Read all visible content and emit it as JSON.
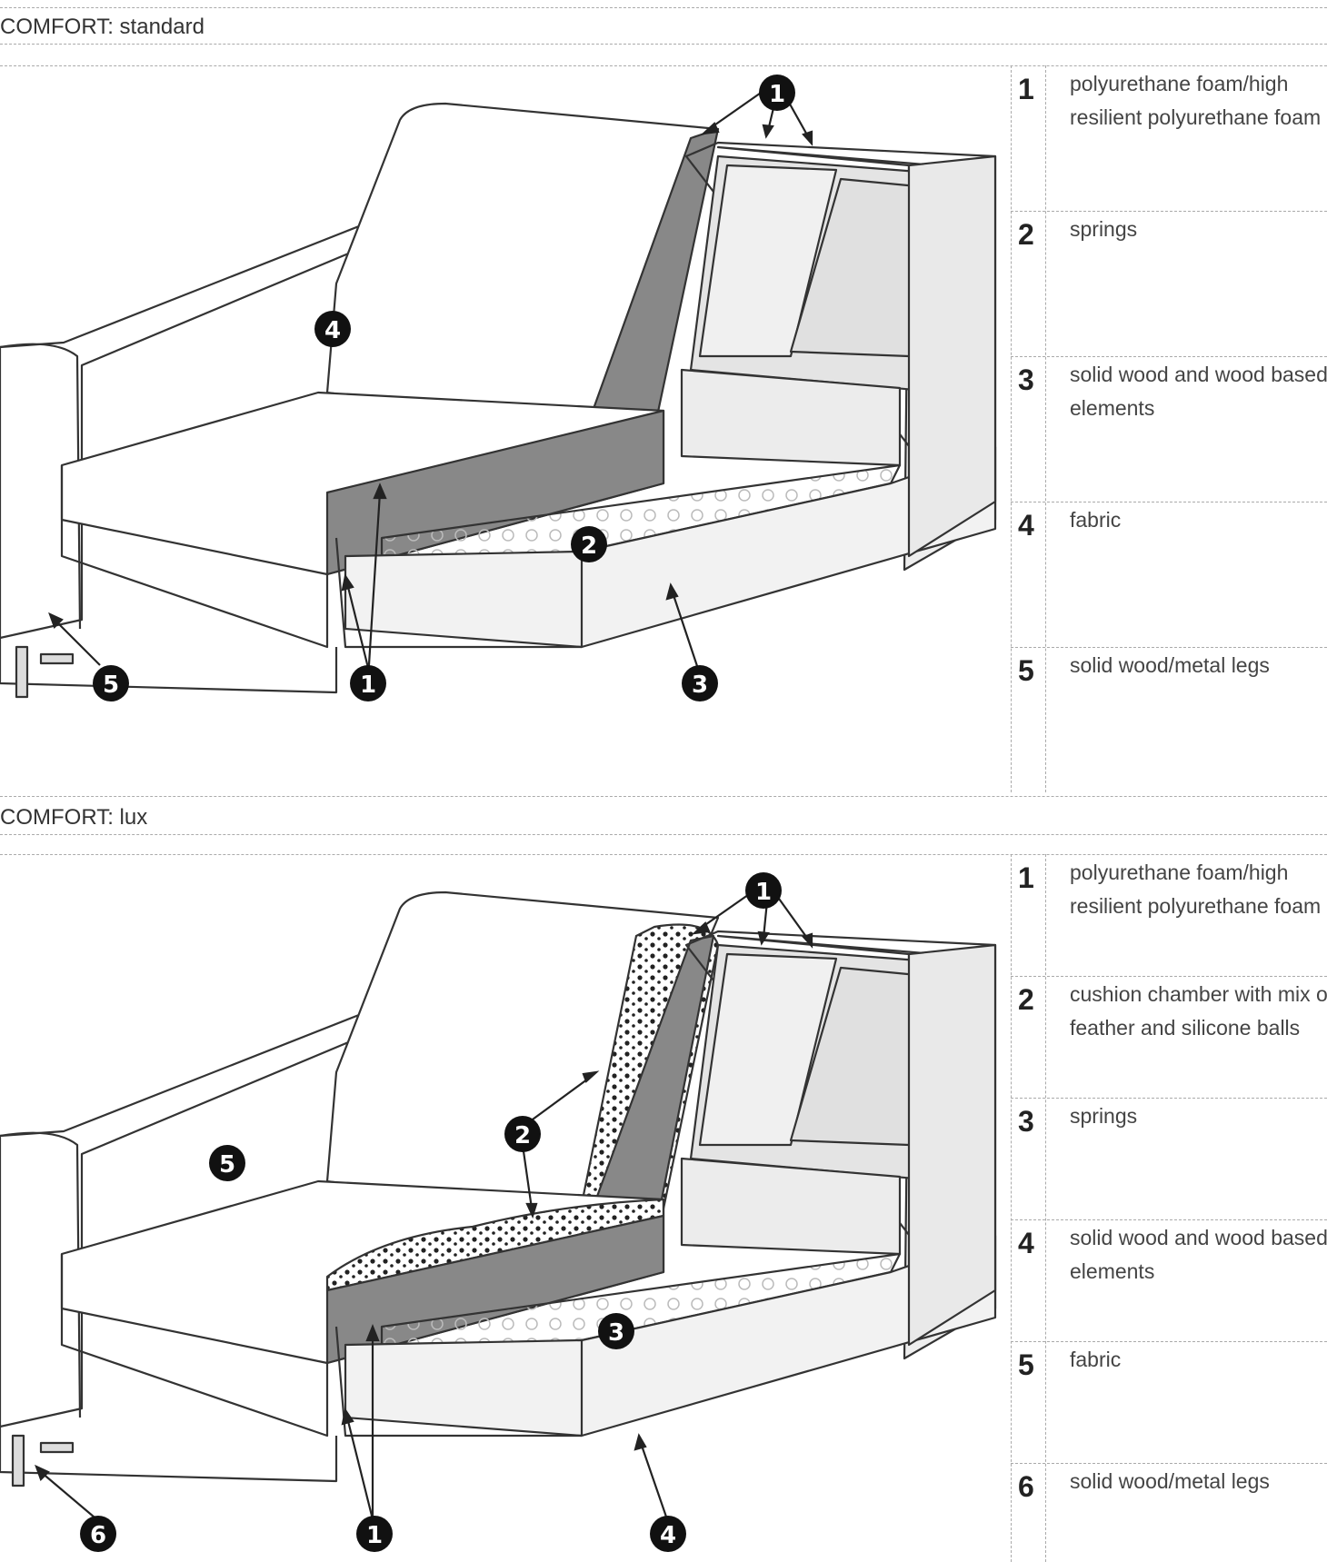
{
  "sections": [
    {
      "title": "COMFORT: standard",
      "legend": [
        {
          "num": "1",
          "text": "polyurethane foam/high resilient polyurethane foam"
        },
        {
          "num": "2",
          "text": "springs"
        },
        {
          "num": "3",
          "text": "solid wood and wood based elements"
        },
        {
          "num": "4",
          "text": "fabric"
        },
        {
          "num": "5",
          "text": "solid wood/metal legs"
        }
      ],
      "callouts": {
        "foam_top": "1",
        "fabric": "4",
        "springs": "2",
        "legs": "5",
        "foam_bottom": "1",
        "wood": "3"
      }
    },
    {
      "title": "COMFORT: lux",
      "legend": [
        {
          "num": "1",
          "text": "polyurethane foam/high resilient polyurethane foam"
        },
        {
          "num": "2",
          "text": "cushion chamber with mix of feather and silicone balls"
        },
        {
          "num": "3",
          "text": "springs"
        },
        {
          "num": "4",
          "text": "solid wood and wood based elements"
        },
        {
          "num": "5",
          "text": "fabric"
        },
        {
          "num": "6",
          "text": "solid wood/metal legs"
        }
      ],
      "callouts": {
        "foam_top": "1",
        "cushion": "2",
        "fabric": "5",
        "springs": "3",
        "legs": "6",
        "foam_bottom": "1",
        "wood": "4"
      }
    }
  ]
}
